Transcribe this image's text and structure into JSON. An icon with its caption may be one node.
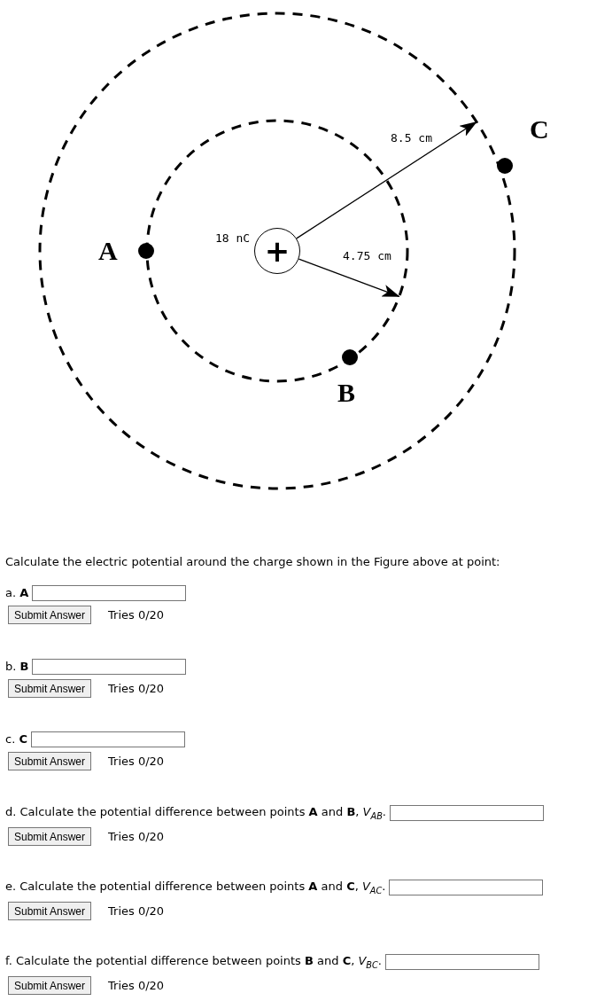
{
  "diagram": {
    "nodes": [
      {
        "text": [],
        "shape": "circle"
      },
      {
        "text": [],
        "shape": "circle",
        "in": 0
      },
      {
        "text": [
          "+"
        ],
        "in": 1,
        "beside": [
          "18 nC"
        ]
      },
      {
        "text": [],
        "shape": "circle",
        "in": 0,
        "beside": [
          "A"
        ]
      },
      {
        "text": [],
        "shape": "circle",
        "in": 1,
        "beside": [
          "B"
        ]
      },
      {
        "text": [],
        "shape": "circle",
        "beside": [
          "C"
        ]
      }
    ],
    "edges": [
      {
        "from": 2,
        "to": 0,
        "arrow": "to",
        "label": "8.5 cm"
      },
      {
        "from": 2,
        "to": 1,
        "arrow": "to",
        "label": "4.75 cm"
      }
    ],
    "labels": [
      "Calculate the electric potential around the charge shown in the Figure above at point:",
      "a. **A**",
      "Submit Answer",
      "Tries 0/20",
      "b. **B**",
      "Submit Answer",
      "Tries 0/20",
      "c. **C**",
      "Submit Answer",
      "Tries 0/20",
      "d. Calculate the potential difference between points **A** and **B**, *V*$_{AB}$.",
      "Submit Answer",
      "Tries 0/20",
      "e. Calculate the potential difference between points **A** and **C**, *V*$_{AC}$.",
      "Submit Answer",
      "Tries 0/20",
      "f. Calculate the potential difference between points **B** and **C**, *V*$_{BC}$.",
      "Submit Answer",
      "Tries 0/20"
    ]
  }
}
